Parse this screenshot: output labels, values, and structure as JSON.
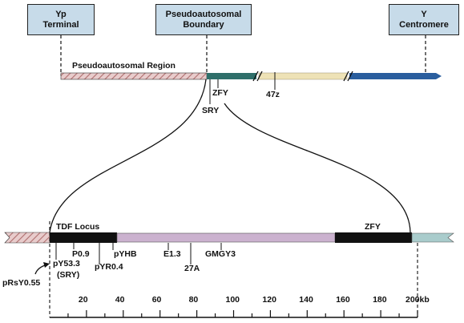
{
  "header_boxes": {
    "yp_terminal": [
      "Yp",
      "Terminal"
    ],
    "pab": [
      "Pseudoautosomal",
      "Boundary"
    ],
    "y_centromere": [
      "Y",
      "Centromere"
    ]
  },
  "upper_chromosome": {
    "region_label": "Pseudoautosomal Region",
    "markers": {
      "zfy": "ZFY",
      "sry": "SRY",
      "m47z": "47z"
    }
  },
  "lower_map": {
    "locus_label": "TDF Locus",
    "zfy_label": "ZFY",
    "probes": {
      "p09": "P0.9",
      "py533": "pY53.3",
      "sry_paren": "(SRY)",
      "pyr04": "pYR0.4",
      "pyhb": "pYHB",
      "e13": "E1.3",
      "a27": "27A",
      "gmgy3": "GMGY3",
      "prsy": "pRsY0.55"
    }
  },
  "scale": {
    "ticks": [
      "20",
      "40",
      "60",
      "80",
      "100",
      "120",
      "140",
      "160",
      "180",
      "200kb"
    ]
  },
  "colors": {
    "box_fill": "#c7dbe9",
    "hatch": "#c99090",
    "teal": "#2f6f6a",
    "cream": "#eee2b6",
    "blue": "#2a5e9e",
    "lavender": "#cbb2cf",
    "light_teal": "#a9cccc",
    "black": "#111111"
  }
}
